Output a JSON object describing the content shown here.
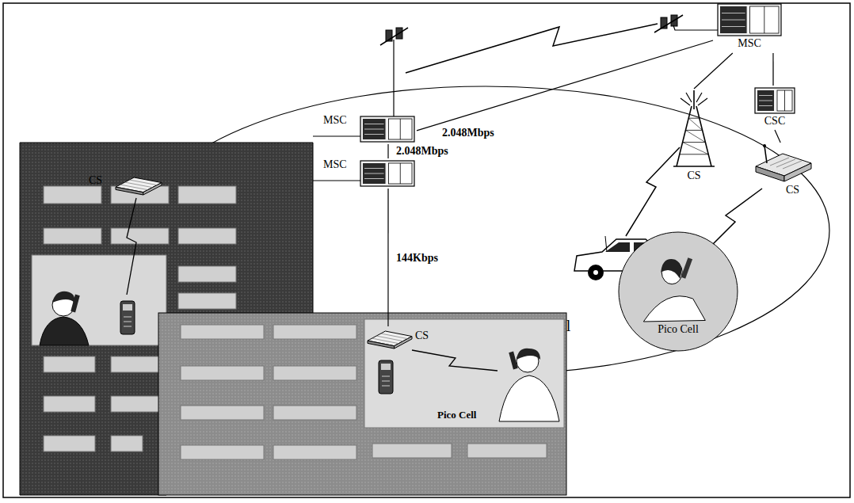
{
  "diagram": {
    "nodes": [
      {
        "text": [
          "MSC"
        ]
      },
      {
        "text": [
          "CSC"
        ]
      },
      {
        "text": [
          "Micro Cell"
        ]
      },
      {
        "text": [
          "MSC"
        ],
        "in": 2
      },
      {
        "text": [
          "MSC"
        ],
        "in": 2
      },
      {
        "text": [
          "CS"
        ],
        "in": 2
      },
      {
        "text": [
          "CS"
        ],
        "in": 2
      },
      {
        "text": [
          "Pico Cell"
        ],
        "in": 2
      },
      {
        "text": [
          "CS"
        ]
      },
      {
        "text": [
          "CS"
        ]
      }
    ],
    "edges": [
      {
        "from": 3,
        "to": 0,
        "label": "2.048Mbps",
        "arrow": "none"
      },
      {
        "from": 3,
        "to": 4,
        "label": "2.048Mbps",
        "arrow": "none"
      },
      {
        "from": 4,
        "to": 9,
        "label": "144Kbps",
        "arrow": "none"
      },
      {
        "from": 0,
        "to": 1,
        "arrow": "none"
      },
      {
        "from": 0,
        "to": 5,
        "arrow": "none"
      },
      {
        "from": 1,
        "to": 6,
        "arrow": "none"
      }
    ],
    "labels": [
      "Pico Cell"
    ]
  }
}
